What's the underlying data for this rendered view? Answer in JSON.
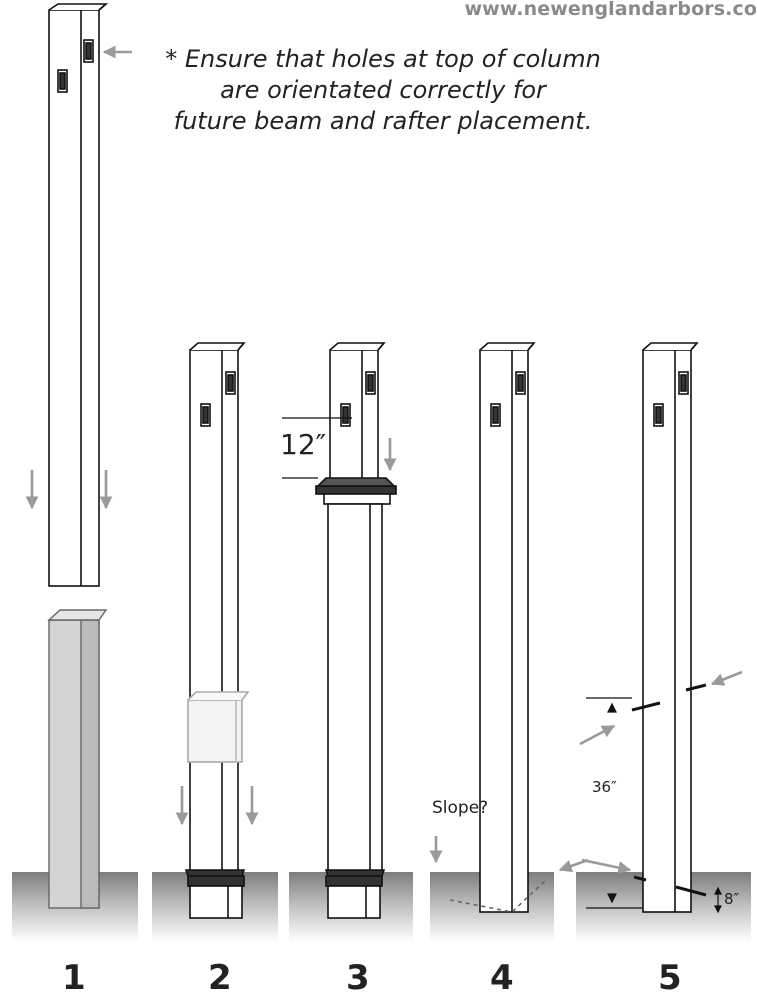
{
  "header": {
    "website": "www.newenglandarbors.co"
  },
  "note": {
    "lines": [
      "* Ensure that holes at top of column",
      "are orientated correctly for",
      "future beam and rafter placement."
    ]
  },
  "measurements": {
    "step3_height": "12″",
    "step5_height": "36″",
    "step5_depth": "8″"
  },
  "labels": {
    "slope_question": "Slope?"
  },
  "steps": [
    "1",
    "2",
    "3",
    "4",
    "5"
  ]
}
